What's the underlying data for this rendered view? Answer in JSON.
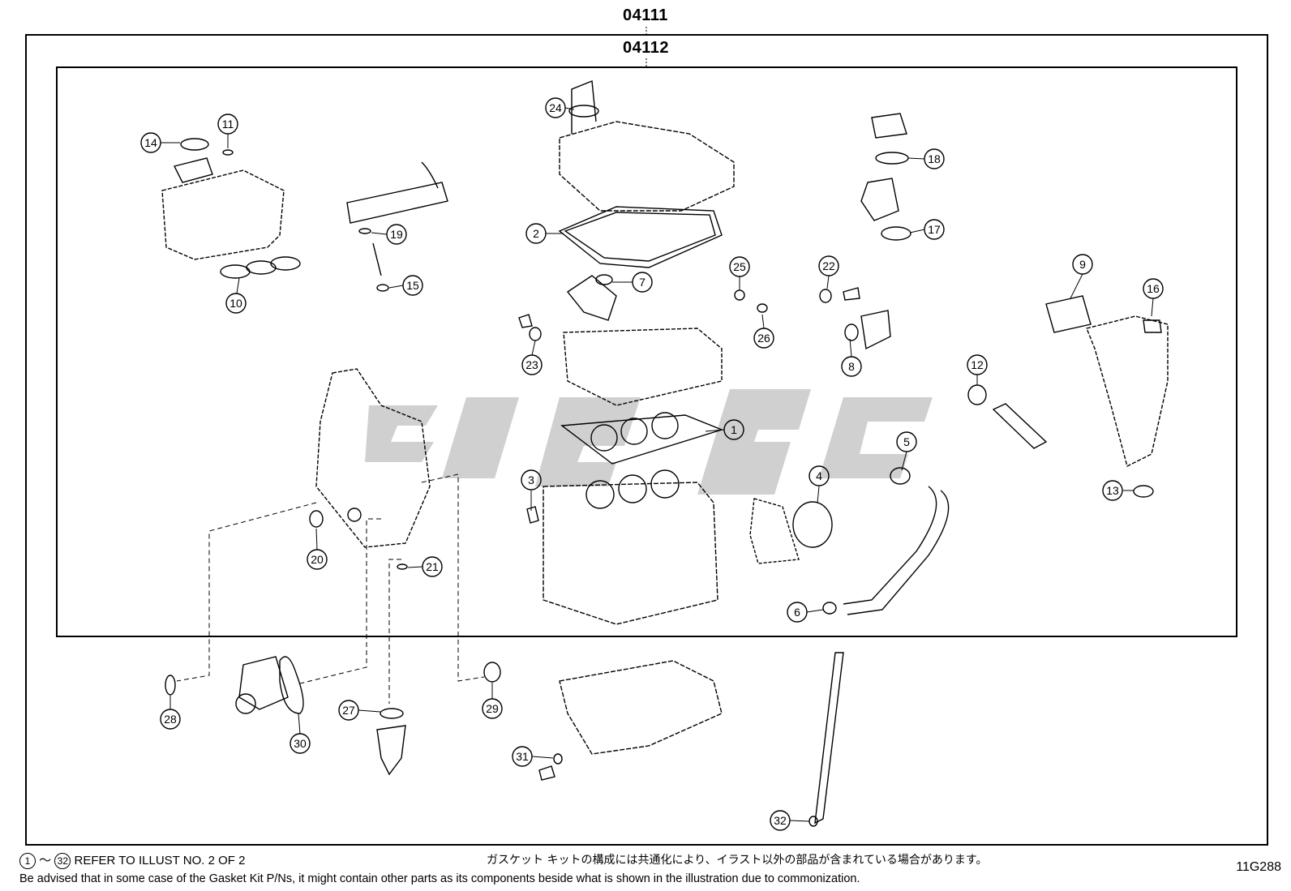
{
  "kits": {
    "outer_code": "04111",
    "inner_code": "04112"
  },
  "callouts": [
    "1",
    "2",
    "3",
    "4",
    "5",
    "6",
    "7",
    "8",
    "9",
    "10",
    "11",
    "12",
    "13",
    "14",
    "15",
    "16",
    "17",
    "18",
    "19",
    "20",
    "21",
    "22",
    "23",
    "24",
    "25",
    "26",
    "27",
    "28",
    "29",
    "30",
    "31",
    "32"
  ],
  "footer": {
    "range_start": "1",
    "range_sep": "～",
    "range_end": "32",
    "refer_text": "REFER TO ILLUST NO. 2 OF 2",
    "japanese_note": "ガスケット キットの構成には共通化により、イラスト以外の部品が含まれている場合があります。",
    "english_note": "Be advised that in some case of the Gasket Kit P/Ns,  it might contain other parts as its components beside what is shown in the illustration due to commonization.",
    "illustration_id": "11G288"
  }
}
